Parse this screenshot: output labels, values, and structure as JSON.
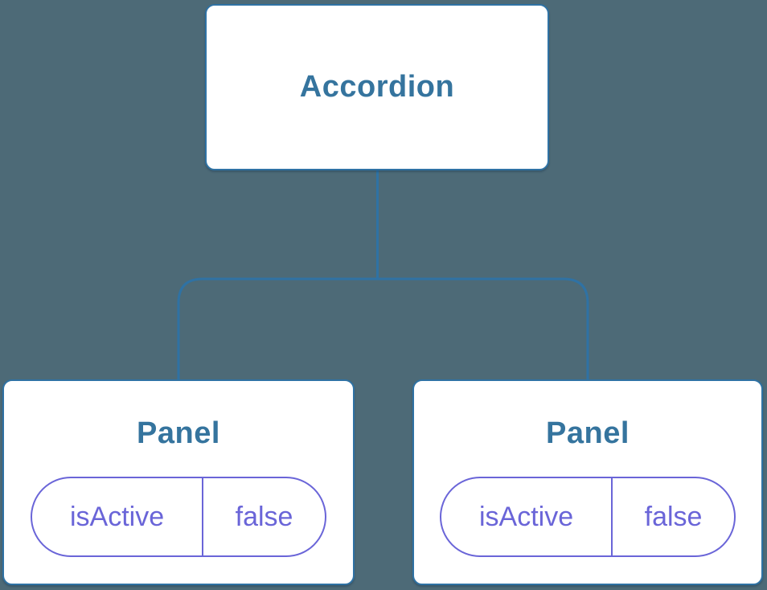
{
  "theme": {
    "bg": "#4d6a77",
    "fill": "#ffffff",
    "border": "#2f72a4",
    "title": "#35749e",
    "pill": "#6a65d8",
    "line": "#2f72a4"
  },
  "tree": {
    "root": {
      "label": "Accordion"
    },
    "children": [
      {
        "label": "Panel",
        "prop": {
          "name": "isActive",
          "value": "false"
        }
      },
      {
        "label": "Panel",
        "prop": {
          "name": "isActive",
          "value": "false"
        }
      }
    ]
  }
}
